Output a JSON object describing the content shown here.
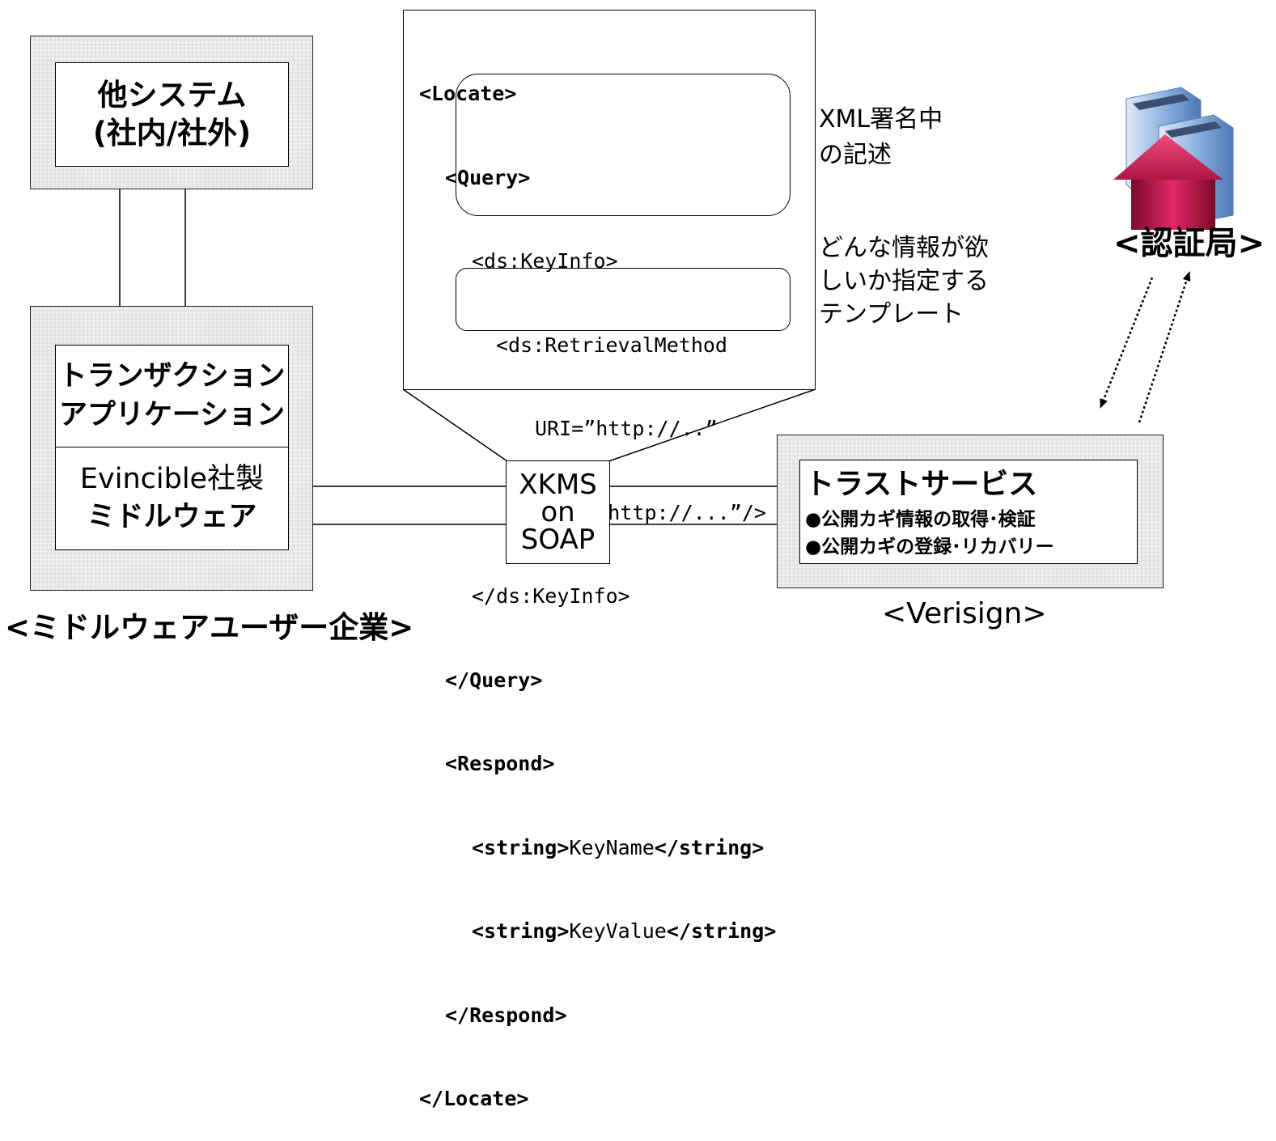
{
  "left_column": {
    "other_system_line1": "他システム",
    "other_system_line2": "(社内/社外)",
    "transaction_app_line1": "トランザクション",
    "transaction_app_line2": "アプリケーション",
    "middleware_line1": "Evincible社製",
    "middleware_line2": "ミドルウェア",
    "caption": "<ミドルウェアユーザー企業>"
  },
  "protocol": {
    "line1": "XKMS",
    "line2": "on",
    "line3": "SOAP"
  },
  "xml_box": {
    "locate_open": "<Locate>",
    "query_open": "<Query>",
    "keyinfo_open": "<ds:KeyInfo>",
    "retrieval_method": "<ds:RetrievalMethod",
    "uri_attr": "URI=”http://..”",
    "type_attr": "Type=”http://...”/>",
    "keyinfo_close": "</ds:KeyInfo>",
    "query_close": "</Query>",
    "respond_open": "<Respond>",
    "string1_open": "<string>",
    "string1_value": "KeyName",
    "string1_close": "</string>",
    "string2_open": "<string>",
    "string2_value": "KeyValue",
    "string2_close": "</string>",
    "respond_close": "</Respond>",
    "locate_close": "</Locate>"
  },
  "annotations": {
    "xml_sig_line1": "XML署名中",
    "xml_sig_line2": "の記述",
    "template_line1": "どんな情報が欲",
    "template_line2": "しいか指定する",
    "template_line3": "テンプレート"
  },
  "trust_service": {
    "title": "トラストサービス",
    "item1": "●公開カギ情報の取得･検証",
    "item2": "●公開カギの登録･リカバリー",
    "caption": "<Verisign>"
  },
  "certificate_authority": {
    "label": "<認証局>",
    "icon": "server-building-icon"
  }
}
